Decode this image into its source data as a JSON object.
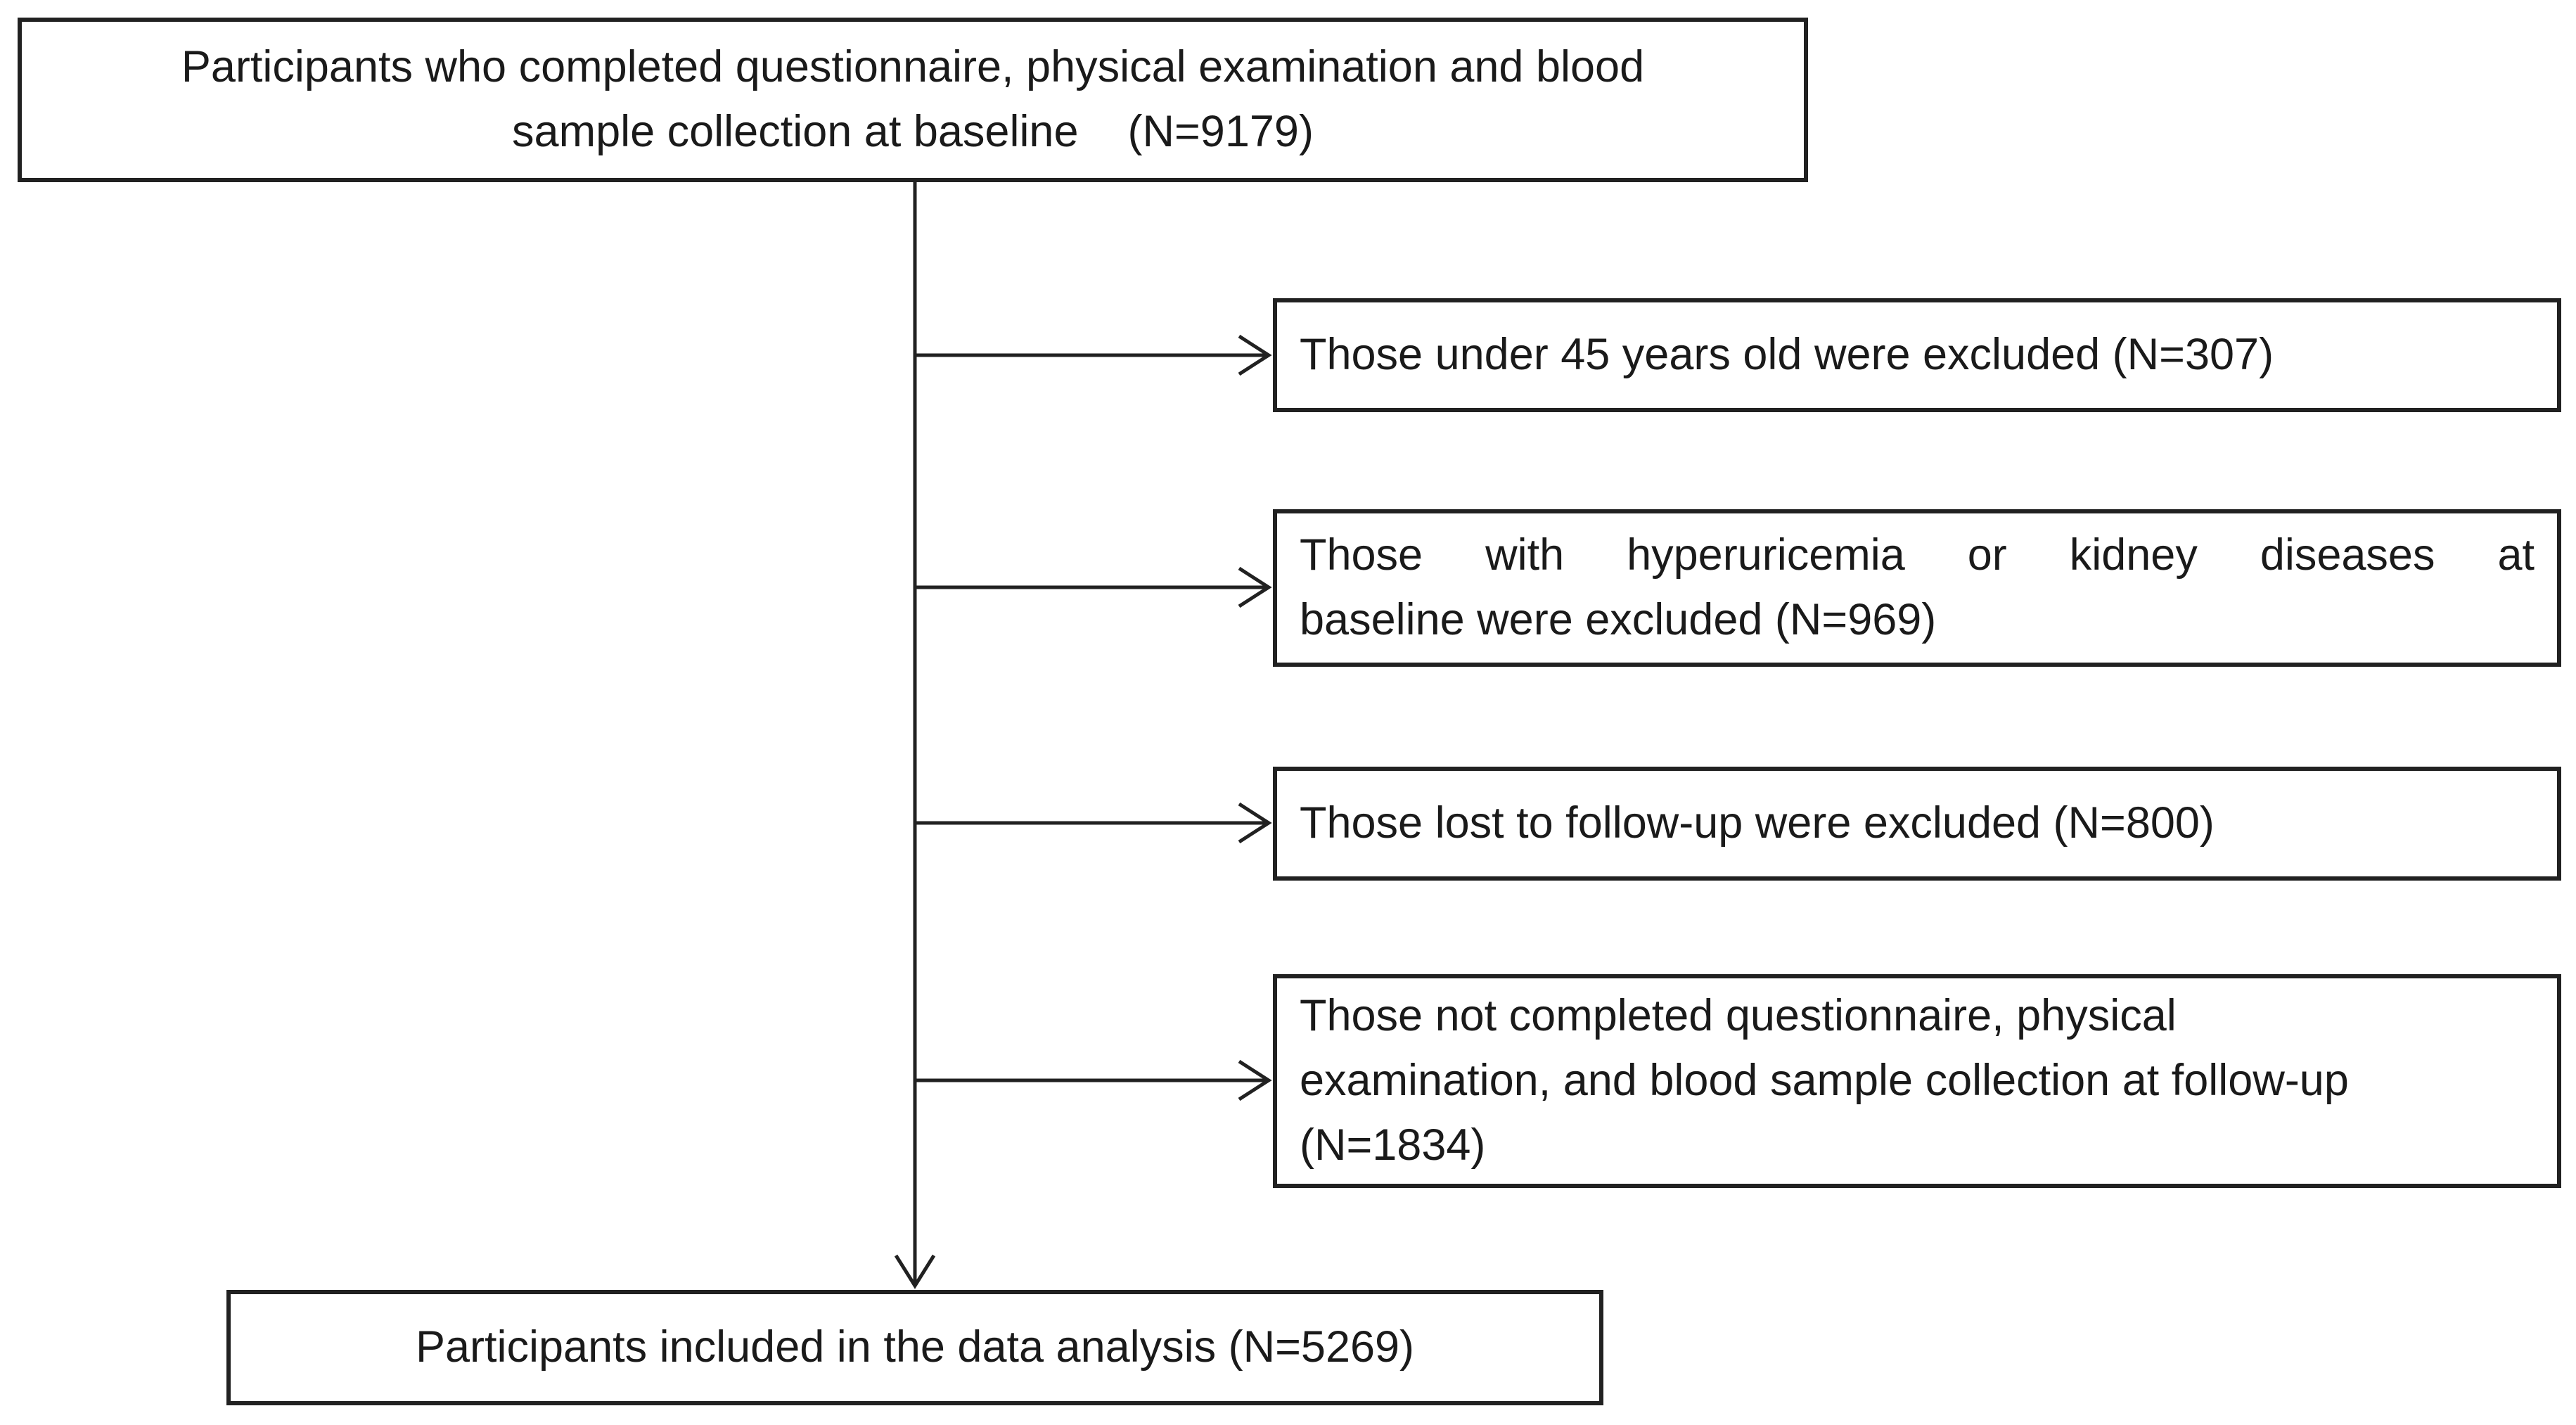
{
  "diagram": {
    "type": "participant-flow-diagram",
    "colors": {
      "border": "#212121",
      "line": "#212121",
      "text": "#1a1a1a",
      "background": "#ffffff"
    },
    "top_box": {
      "n": 9179,
      "lines": [
        "Participants who completed questionnaire, physical examination and blood",
        "sample collection at baseline    (N=9179)"
      ]
    },
    "exclusion_boxes": [
      {
        "n": 307,
        "lines": [
          "Those under 45 years old were excluded (N=307)"
        ]
      },
      {
        "n": 969,
        "lines": [
          "Those with hyperuricemia or kidney diseases at",
          "baseline were excluded (N=969)"
        ]
      },
      {
        "n": 800,
        "lines": [
          "Those lost to follow-up were excluded (N=800)"
        ]
      },
      {
        "n": 1834,
        "lines": [
          "Those not completed questionnaire, physical",
          "examination, and blood sample collection at follow-up",
          "(N=1834)"
        ]
      }
    ],
    "bottom_box": {
      "n": 5269,
      "text": "Participants included in the data analysis (N=5269)"
    }
  }
}
